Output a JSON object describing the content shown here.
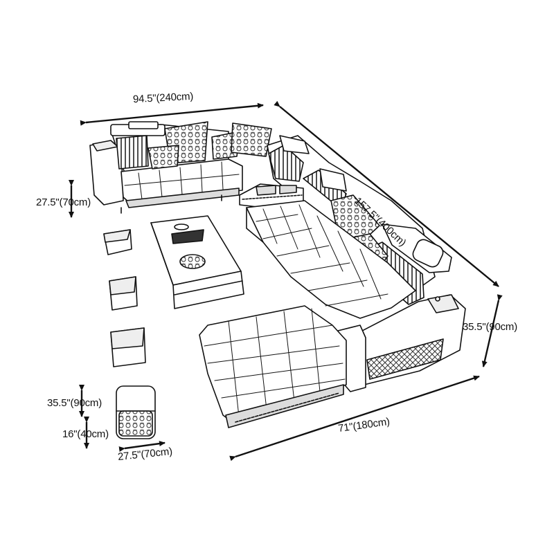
{
  "dimensions": {
    "top_width": "94.5\"(240cm)",
    "right_length": "157.5\"(400cm)",
    "left_depth": "27.5\"(70cm)",
    "right_depth": "35.5\"(90cm)",
    "bottom_length": "71\"(180cm)",
    "ottoman_height": "35.5\"(90cm)",
    "ottoman_seat": "16\"(40cm)",
    "ottoman_width": "27.5\"(70cm)"
  },
  "colors": {
    "line": "#111111",
    "fill": "#ffffff",
    "shade": "#d9d9d9"
  }
}
